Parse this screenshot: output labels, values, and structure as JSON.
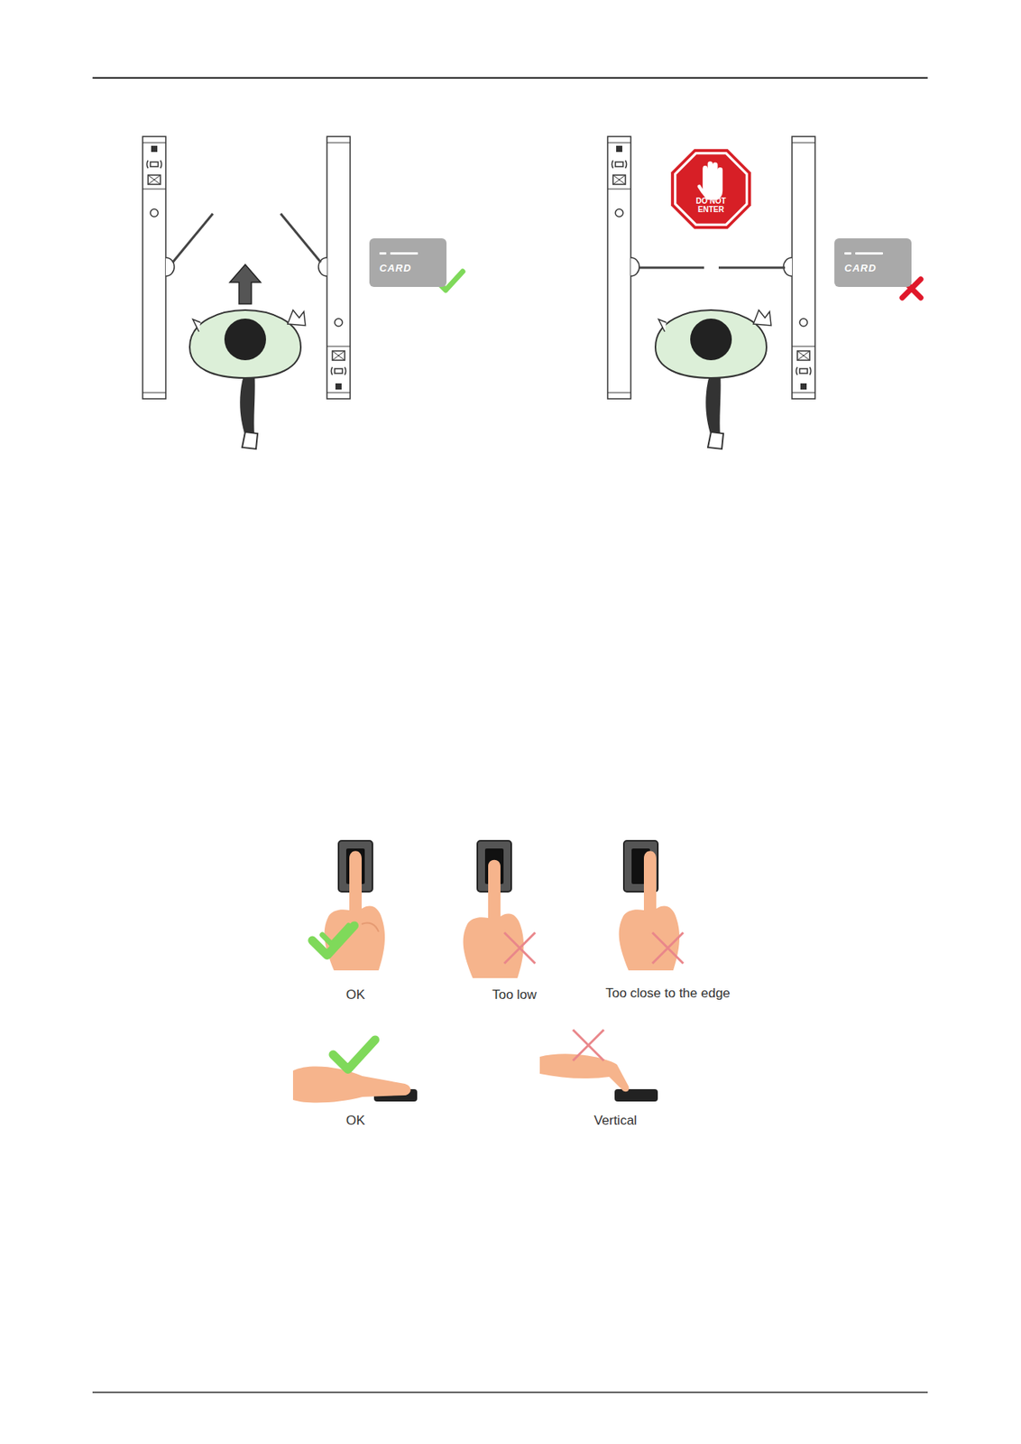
{
  "diagram": {
    "nodes": [
      {
        "text": [
          "CARD"
        ]
      },
      {
        "text": [
          "DO NOT ENTER"
        ]
      },
      {
        "text": [
          "CARD"
        ]
      }
    ],
    "labels": [
      "OK",
      "Too low",
      "Too close to the edge",
      "OK",
      "Vertical"
    ]
  }
}
